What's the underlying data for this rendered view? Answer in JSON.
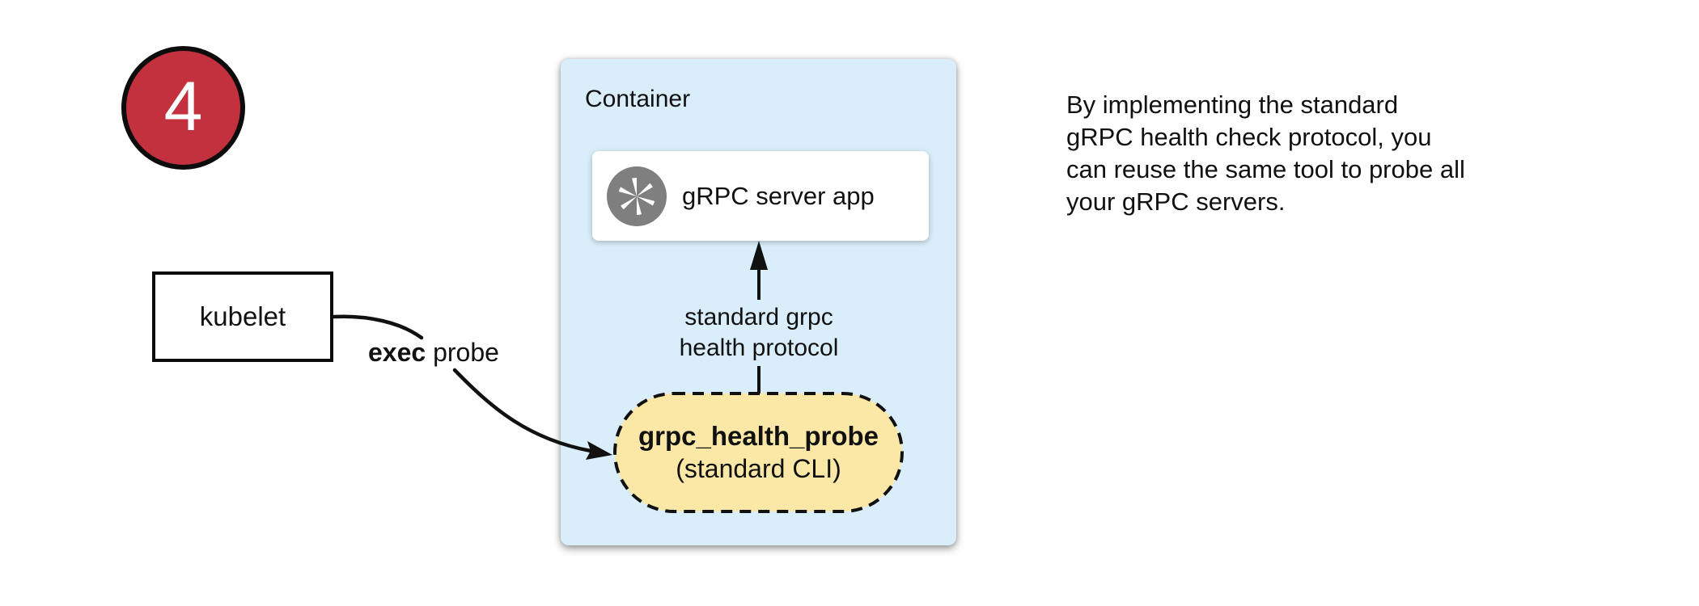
{
  "step_badge": {
    "number": "4"
  },
  "kubelet_box": {
    "label": "kubelet"
  },
  "exec_probe_label": {
    "bold": "exec",
    "rest": " probe"
  },
  "container": {
    "title": "Container",
    "app_box": {
      "label": "gRPC server app",
      "icon": "aperture-icon"
    },
    "protocol_arrow_label": {
      "line1": "standard grpc",
      "line2": "health protocol"
    },
    "probe_pill": {
      "title": "grpc_health_probe",
      "subtitle": "(standard CLI)"
    }
  },
  "note": {
    "lines": [
      "By implementing the standard",
      "gRPC health check protocol, you",
      "can reuse the same tool to probe all",
      "your gRPC servers."
    ]
  },
  "colors": {
    "container_bg": "#d9eefa",
    "pill_bg": "#fce8a6",
    "badge_bg": "#c3313f",
    "icon_gray": "#7f7f7f",
    "line_color": "#111111"
  }
}
